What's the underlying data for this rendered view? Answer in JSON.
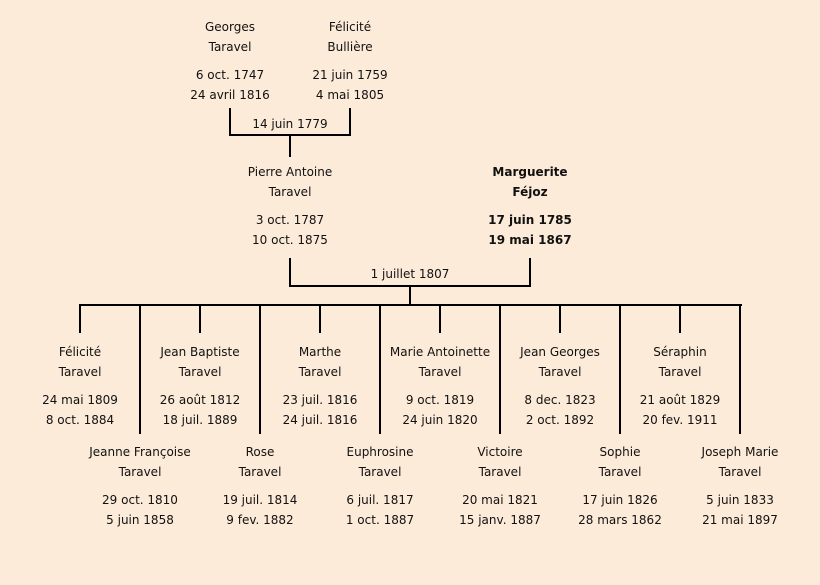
{
  "grandparents": [
    {
      "first": "Georges",
      "last": "Taravel",
      "birth": "6 oct. 1747",
      "death": "24 avril 1816"
    },
    {
      "first": "Félicité",
      "last": "Bullière",
      "birth": "21 juin 1759",
      "death": "4 mai 1805"
    }
  ],
  "grandparents_marriage": "14 juin 1779",
  "parents": [
    {
      "first": "Pierre Antoine",
      "last": "Taravel",
      "birth": "3 oct. 1787",
      "death": "10 oct. 1875"
    },
    {
      "first": "Marguerite",
      "last": "Féjoz",
      "birth": "17 juin 1785",
      "death": "19 mai 1867"
    }
  ],
  "parents_marriage": "1 juillet 1807",
  "children_top": [
    {
      "first": "Félicité",
      "last": "Taravel",
      "birth": "24 mai 1809",
      "death": "8 oct. 1884"
    },
    {
      "first": "Jean Baptiste",
      "last": "Taravel",
      "birth": "26 août 1812",
      "death": "18 juil. 1889"
    },
    {
      "first": "Marthe",
      "last": "Taravel",
      "birth": "23 juil. 1816",
      "death": "24 juil. 1816"
    },
    {
      "first": "Marie Antoinette",
      "last": "Taravel",
      "birth": "9 oct. 1819",
      "death": "24 juin 1820"
    },
    {
      "first": "Jean Georges",
      "last": "Taravel",
      "birth": "8 dec. 1823",
      "death": "2 oct. 1892"
    },
    {
      "first": "Séraphin",
      "last": "Taravel",
      "birth": "21 août 1829",
      "death": "20 fev. 1911"
    }
  ],
  "children_bottom": [
    {
      "first": "Jeanne Françoise",
      "last": "Taravel",
      "birth": "29 oct. 1810",
      "death": "5 juin 1858"
    },
    {
      "first": "Rose",
      "last": "Taravel",
      "birth": "19 juil. 1814",
      "death": "9 fev. 1882"
    },
    {
      "first": "Euphrosine",
      "last": "Taravel",
      "birth": "6 juil. 1817",
      "death": "1 oct. 1887"
    },
    {
      "first": "Victoire",
      "last": "Taravel",
      "birth": "20 mai 1821",
      "death": "15 janv. 1887"
    },
    {
      "first": "Sophie",
      "last": "Taravel",
      "birth": "17 juin 1826",
      "death": "28 mars 1862"
    },
    {
      "first": "Joseph Marie",
      "last": "Taravel",
      "birth": "5 juin 1833",
      "death": "21 mai 1897"
    }
  ]
}
